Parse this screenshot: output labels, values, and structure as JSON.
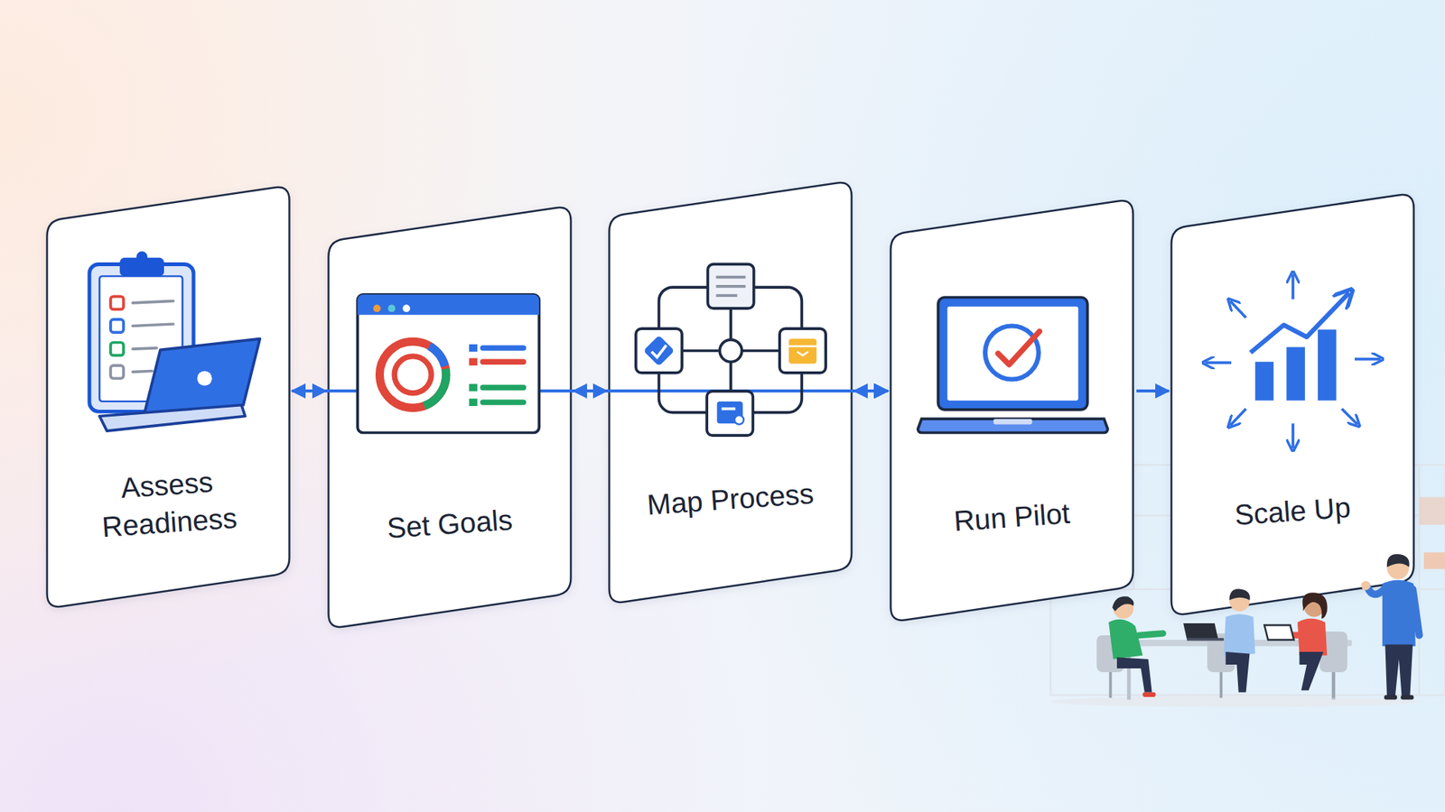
{
  "diagram": {
    "nodes": [
      {
        "text": [
          "Assess Readiness"
        ]
      },
      {
        "text": [
          "Set Goals"
        ]
      },
      {
        "text": [
          "Map Process"
        ]
      },
      {
        "text": [
          "Run Pilot"
        ]
      },
      {
        "text": [
          "Scale Up"
        ]
      }
    ],
    "edges": [
      {
        "from": 0,
        "to": 1,
        "arrow": "to"
      },
      {
        "from": 1,
        "to": 2,
        "arrow": "to"
      },
      {
        "from": 2,
        "to": 3,
        "arrow": "to"
      },
      {
        "from": 3,
        "to": 4,
        "arrow": "to"
      },
      {
        "from": 3,
        "to": 0,
        "arrow": "both"
      },
      {
        "from": 3,
        "to": 1,
        "arrow": "both"
      },
      {
        "from": 3,
        "to": 2,
        "arrow": "both"
      }
    ]
  }
}
